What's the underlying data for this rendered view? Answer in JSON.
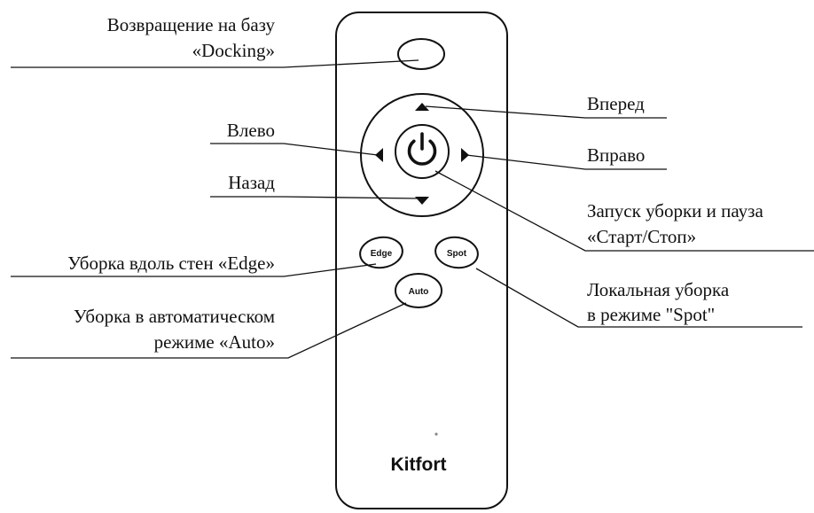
{
  "remote": {
    "brand": "Kitfort",
    "buttons": {
      "edge": "Edge",
      "spot": "Spot",
      "auto": "Auto"
    }
  },
  "callouts": {
    "docking": [
      "Возвращение на базу",
      "«Docking»"
    ],
    "forward": [
      "Вперед"
    ],
    "left": [
      "Влево"
    ],
    "right": [
      "Вправо"
    ],
    "back": [
      "Назад"
    ],
    "start_stop": [
      "Запуск уборки и пауза",
      "«Старт/Стоп»"
    ],
    "edge": [
      "Уборка вдоль стен «Edge»"
    ],
    "spot": [
      "Локальная уборка",
      "в режиме \"Spot\""
    ],
    "auto": [
      "Уборка в автоматическом",
      "режиме «Auto»"
    ]
  },
  "colors": {
    "ink": "#111111",
    "background": "#ffffff"
  }
}
